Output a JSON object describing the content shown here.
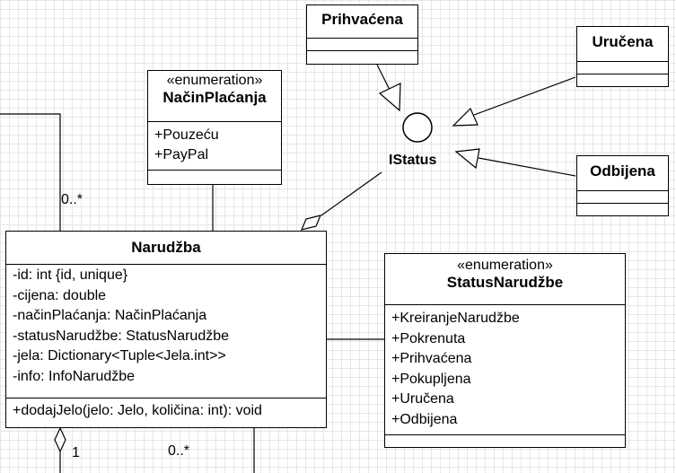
{
  "interface": {
    "name": "IStatus"
  },
  "classes": {
    "prihvacena": {
      "title": "Prihvaćena"
    },
    "urucena": {
      "title": "Uručena"
    },
    "odbijena": {
      "title": "Odbijena"
    },
    "nacin": {
      "stereotype": "«enumeration»",
      "title": "NačinPlaćanja",
      "values": [
        "+Pouzeću",
        "+PayPal"
      ]
    },
    "narudzba": {
      "title": "Narudžba",
      "attributes": [
        "-id: int {id, unique}",
        "-cijena: double",
        "-načinPlaćanja: NačinPlaćanja",
        "-statusNarudžbe: StatusNarudžbe",
        "-jela: Dictionary<Tuple<Jela.int>>",
        "-info: InfoNarudžbe"
      ],
      "operations": [
        "+dodajJelo(jelo: Jelo, količina: int): void"
      ]
    },
    "status": {
      "stereotype": "«enumeration»",
      "title": "StatusNarudžbe",
      "values": [
        "+KreiranjeNarudžbe",
        "+Pokrenuta",
        "+Prihvaćena",
        "+Pokupljena",
        "+Uručena",
        "+Odbijena"
      ]
    }
  },
  "multiplicities": {
    "top_left": "0..*",
    "bottom_one": "1",
    "bottom_many": "0..*"
  },
  "colors": {
    "grid": "#e6e6e6",
    "line": "#000000",
    "box_fill": "#ffffff"
  }
}
